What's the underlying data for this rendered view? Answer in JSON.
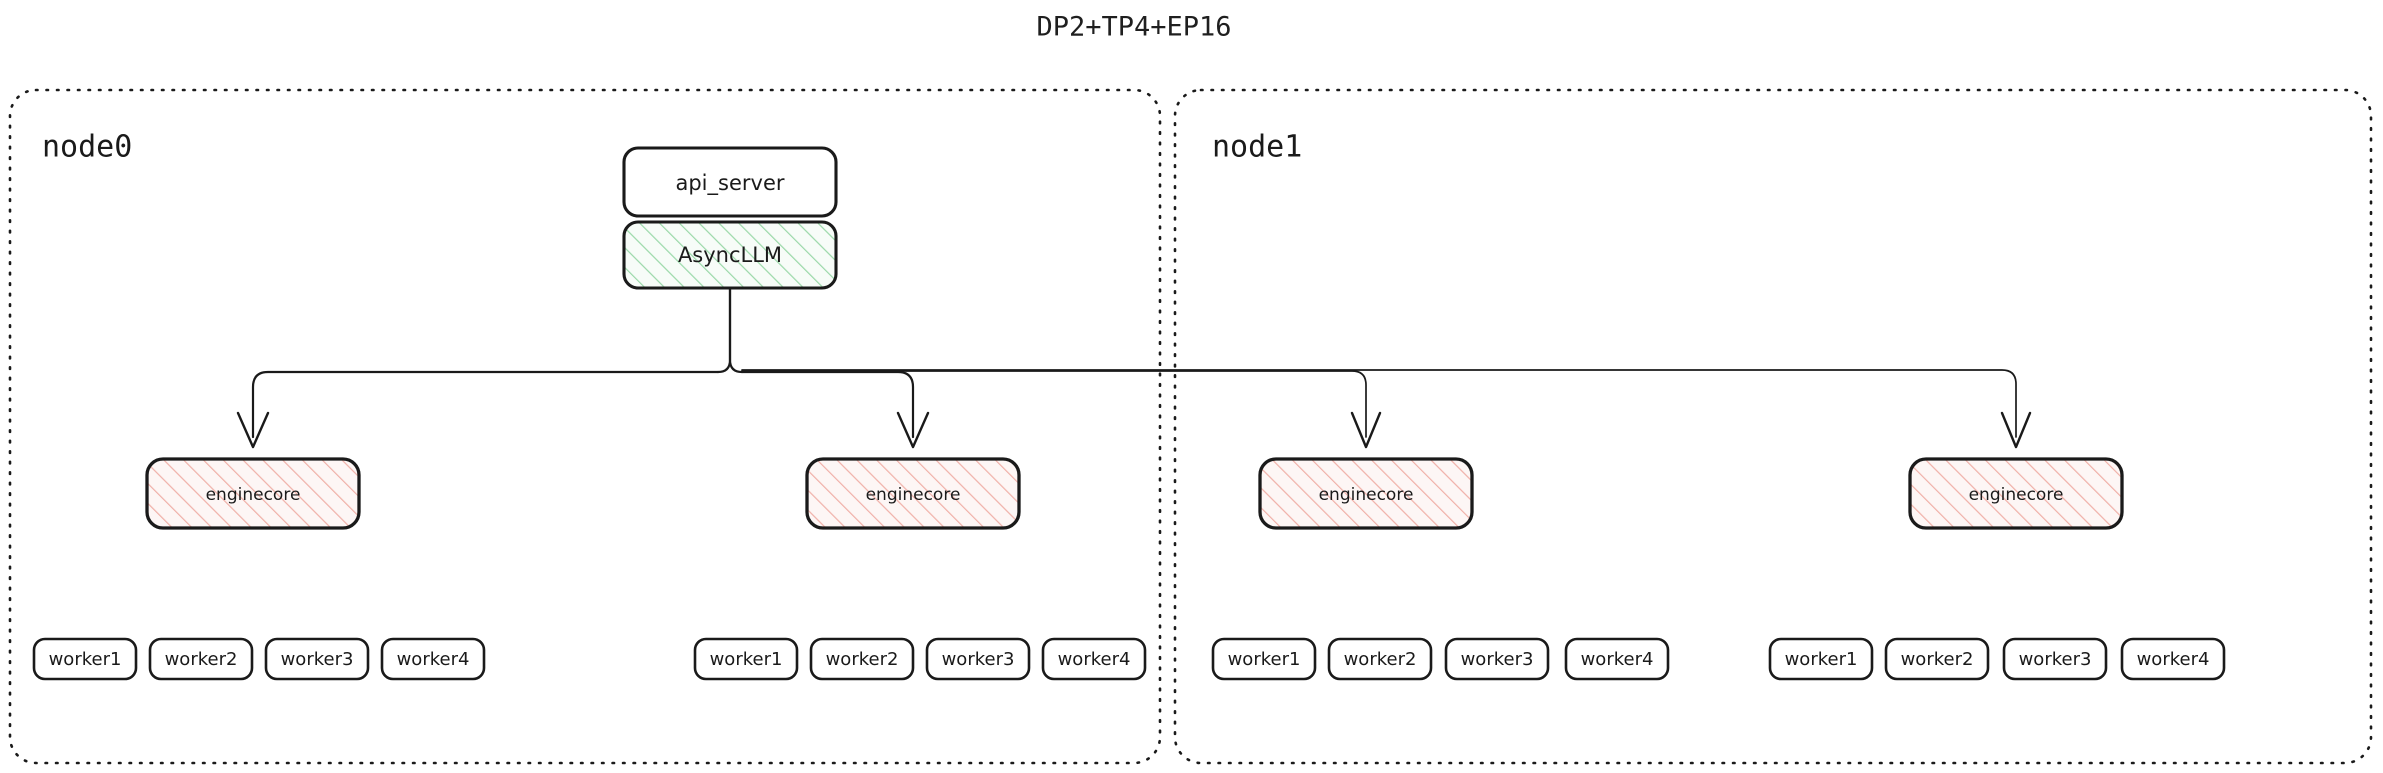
{
  "title": "DP2+TP4+EP16",
  "colors": {
    "stroke": "#1a1a1a",
    "green_hatch": "#9ad8a8",
    "green_fill": "#f4fbf6",
    "pink_hatch": "#f0b0a8",
    "pink_fill": "#fdf4f3",
    "white": "#ffffff"
  },
  "top_stack": {
    "api_server": "api_server",
    "async_llm": "AsyncLLM"
  },
  "nodes": [
    {
      "label": "node0",
      "enginecores": [
        {
          "label": "enginecore"
        },
        {
          "label": "enginecore"
        }
      ],
      "worker_groups": [
        {
          "workers": [
            "worker1",
            "worker2",
            "worker3",
            "worker4"
          ]
        },
        {
          "workers": [
            "worker1",
            "worker2",
            "worker3",
            "worker4"
          ]
        }
      ]
    },
    {
      "label": "node1",
      "enginecores": [
        {
          "label": "enginecore"
        },
        {
          "label": "enginecore"
        }
      ],
      "worker_groups": [
        {
          "workers": [
            "worker1",
            "worker2",
            "worker3",
            "worker4"
          ]
        },
        {
          "workers": [
            "worker1",
            "worker2",
            "worker3",
            "worker4"
          ]
        }
      ]
    }
  ]
}
